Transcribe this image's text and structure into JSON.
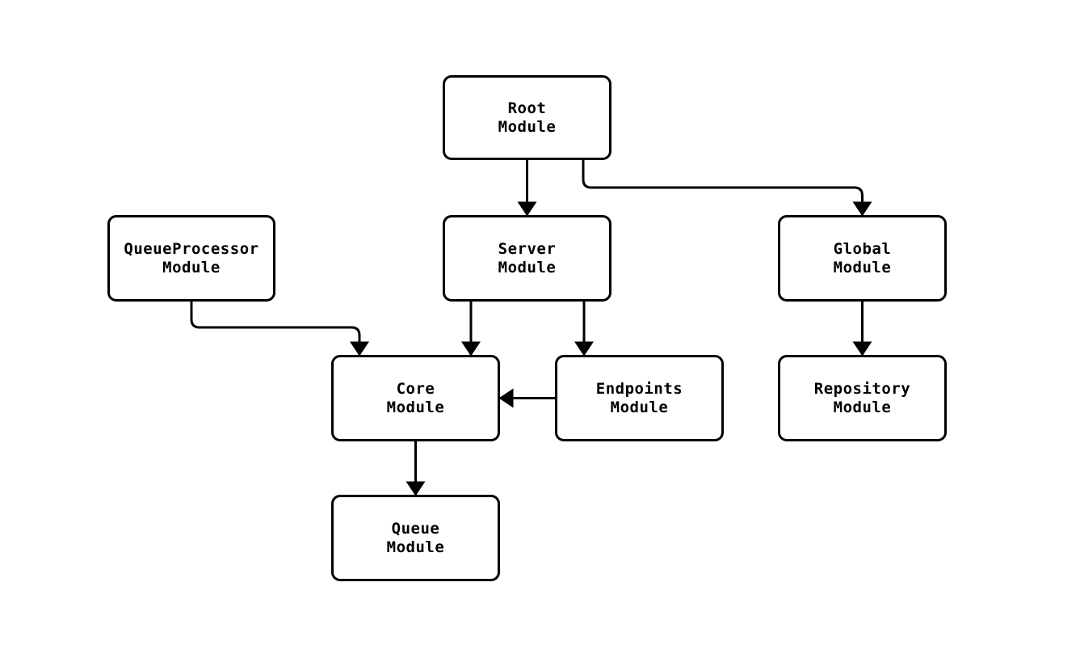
{
  "diagram": {
    "background_color": "#ffffff",
    "stroke_color": "#000000",
    "text_color": "#000000",
    "nodes": {
      "root": {
        "label": "Root\nModule"
      },
      "queueprocessor": {
        "label": "QueueProcessor\nModule"
      },
      "server": {
        "label": "Server\nModule"
      },
      "global": {
        "label": "Global\nModule"
      },
      "core": {
        "label": "Core\nModule"
      },
      "endpoints": {
        "label": "Endpoints\nModule"
      },
      "repository": {
        "label": "Repository\nModule"
      },
      "queue": {
        "label": "Queue\nModule"
      }
    },
    "edges": [
      {
        "from": "Root Module",
        "to": "Server Module"
      },
      {
        "from": "Root Module",
        "to": "Global Module"
      },
      {
        "from": "QueueProcessor Module",
        "to": "Core Module"
      },
      {
        "from": "Server Module",
        "to": "Core Module"
      },
      {
        "from": "Server Module",
        "to": "Endpoints Module"
      },
      {
        "from": "Endpoints Module",
        "to": "Core Module"
      },
      {
        "from": "Global Module",
        "to": "Repository Module"
      },
      {
        "from": "Core Module",
        "to": "Queue Module"
      }
    ]
  }
}
